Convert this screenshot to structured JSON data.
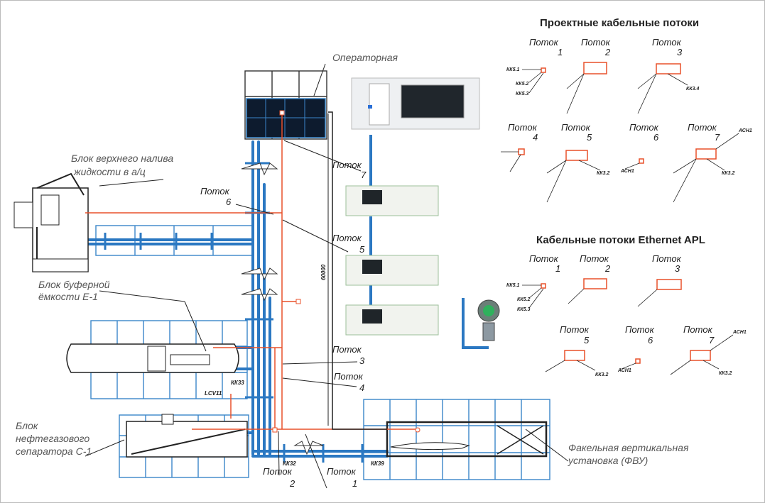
{
  "labels": {
    "operator_room": "Операторная",
    "top_loading": [
      "Блок верхнего налива",
      "жидкости в а/ц"
    ],
    "buffer_tank": [
      "Блок буферной",
      "ёмкости Е-1"
    ],
    "separator": [
      "Блок",
      "нефтегазового",
      "сепаратора С-1"
    ],
    "flare": [
      "Факельная вертикальная",
      "установка (ФВУ)"
    ],
    "dimension": "60000"
  },
  "streams": {
    "word": "Поток",
    "numbers": [
      "7",
      "6",
      "5",
      "3",
      "4",
      "2",
      "1"
    ]
  },
  "tags": {
    "kkz3": "КК33",
    "lcv11": "LCV11",
    "kkz2": "КК32",
    "kkz9": "КК39"
  },
  "panels": {
    "design_title": "Проектные кабельные потоки",
    "apl_title": "Кабельные потоки Ethernet APL",
    "design_streams": [
      "1",
      "2",
      "3",
      "4",
      "5",
      "6",
      "7"
    ],
    "apl_streams": [
      "1",
      "2",
      "3",
      "5",
      "6",
      "7"
    ],
    "sample_tags": [
      "КК5.1",
      "КК5.2",
      "КК5.3",
      "КК3.4",
      "КК3.2",
      "АСН1"
    ]
  },
  "colors": {
    "pipe": "#2b78c2",
    "cable": "#e8502a",
    "grid": "#3a86c9",
    "dark": "#222222"
  }
}
